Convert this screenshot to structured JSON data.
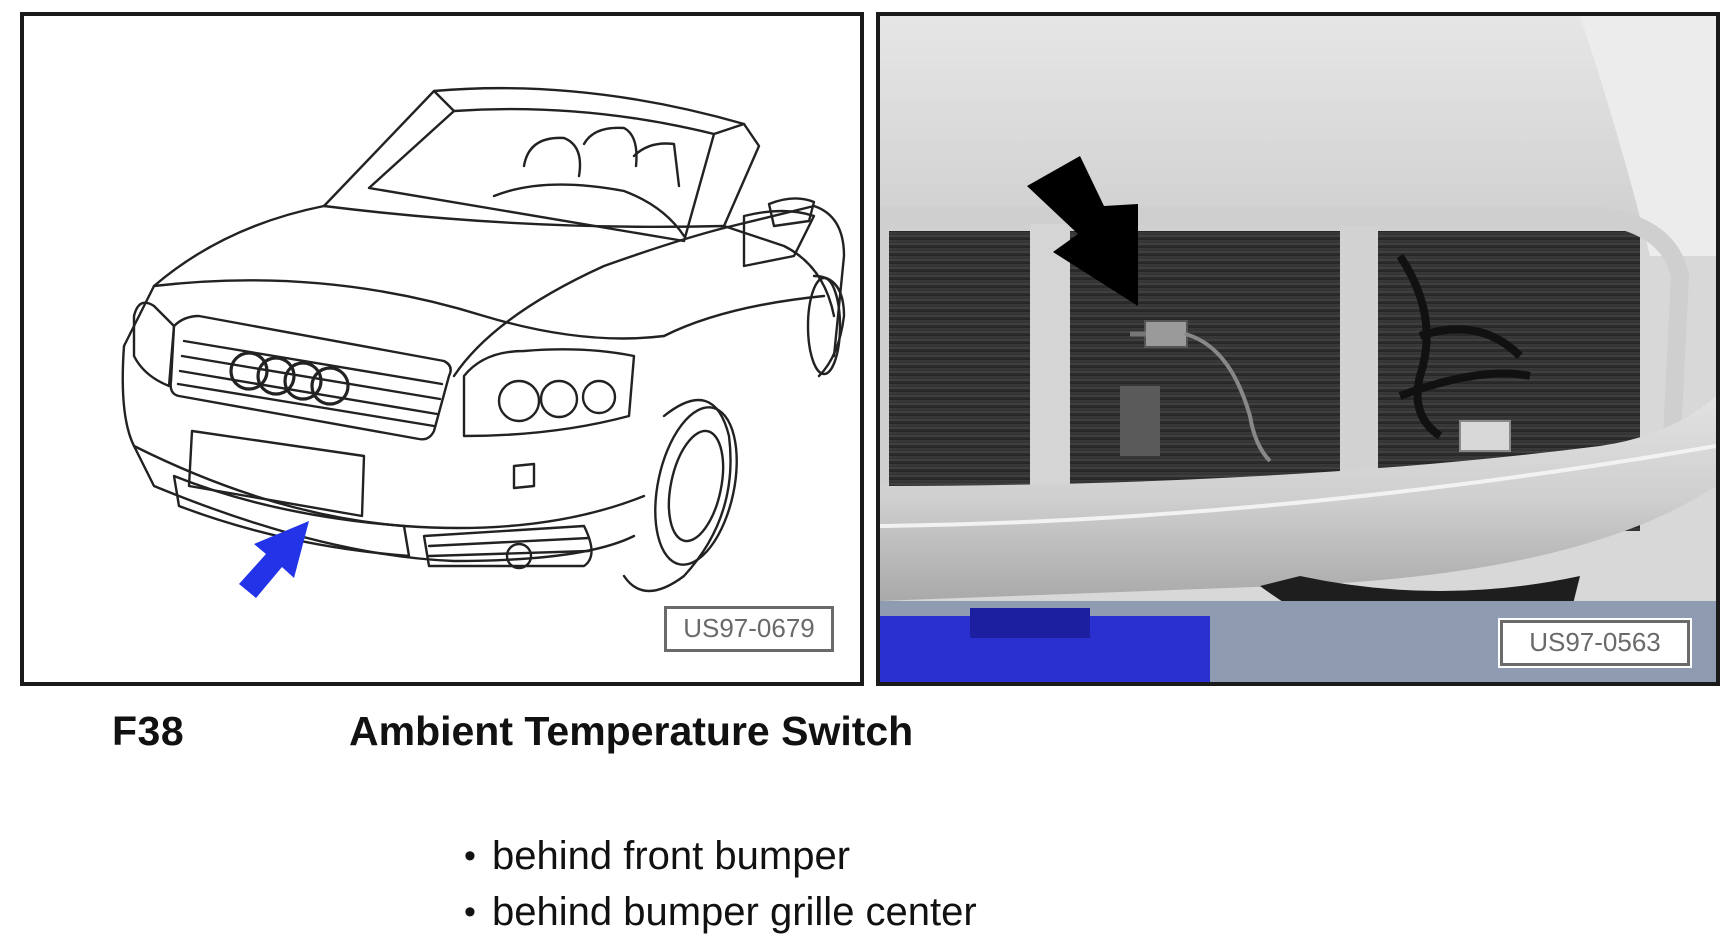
{
  "figures": {
    "left": {
      "label": "US97-0679",
      "arrow_color": "#2233e8"
    },
    "right": {
      "label": "US97-0563",
      "arrow_color": "#000000"
    }
  },
  "component": {
    "code": "F38",
    "name": "Ambient Temperature Switch"
  },
  "locations": [
    "behind front bumper",
    "behind bumper grille center"
  ]
}
